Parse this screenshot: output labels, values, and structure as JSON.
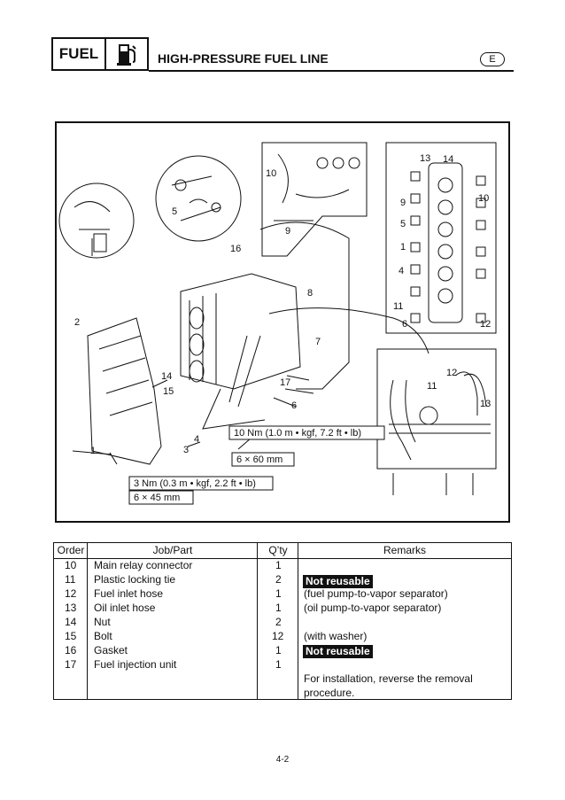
{
  "header": {
    "section": "FUEL",
    "title": "HIGH-PRESSURE FUEL LINE",
    "lang": "E"
  },
  "figure": {
    "callouts": [
      "1",
      "2",
      "3",
      "4",
      "5",
      "6",
      "7",
      "8",
      "9",
      "10",
      "11",
      "12",
      "13",
      "14",
      "15",
      "16",
      "17"
    ],
    "inset_callouts": [
      "13",
      "14",
      "10",
      "9",
      "5",
      "1",
      "4",
      "6",
      "12",
      "11",
      "14",
      "16",
      "6",
      "13"
    ],
    "torque_labels": [
      "10 Nm (1.0 m • kgf, 7.2 ft • lb)",
      "6 × 60 mm",
      "3 Nm (0.3 m • kgf, 2.2 ft • lb)",
      "6 × 45 mm"
    ]
  },
  "table": {
    "headers": {
      "order": "Order",
      "part": "Job/Part",
      "qty": "Q’ty",
      "remarks": "Remarks"
    },
    "rows": [
      {
        "order": "10",
        "part": "Main relay connector",
        "qty": "1",
        "remarks": ""
      },
      {
        "order": "11",
        "part": "Plastic locking tie",
        "qty": "2",
        "remarks": "Not reusable"
      },
      {
        "order": "12",
        "part": "Fuel inlet hose",
        "qty": "1",
        "remarks": "(fuel pump-to-vapor separator)"
      },
      {
        "order": "13",
        "part": "Oil inlet hose",
        "qty": "1",
        "remarks": "(oil pump-to-vapor separator)"
      },
      {
        "order": "14",
        "part": "Nut",
        "qty": "2",
        "remarks": ""
      },
      {
        "order": "15",
        "part": "Bolt",
        "qty": "12",
        "remarks": "(with washer)"
      },
      {
        "order": "16",
        "part": "Gasket",
        "qty": "1",
        "remarks": "Not reusable"
      },
      {
        "order": "17",
        "part": "Fuel injection unit",
        "qty": "1",
        "remarks": ""
      }
    ],
    "note": "For installation, reverse the removal procedure."
  },
  "page_number": "4-2"
}
